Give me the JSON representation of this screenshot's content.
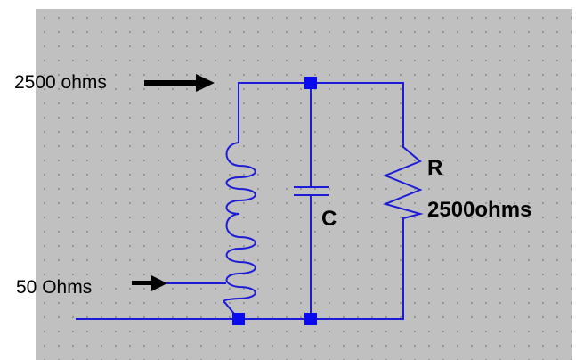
{
  "labels": {
    "input_high": "2500 ohms",
    "input_low": "50 Ohms",
    "resistor_name": "R",
    "resistor_value": "2500ohms",
    "capacitor_name": "C"
  },
  "colors": {
    "background": "#c0c0c0",
    "grid_dot": "#8a8a8a",
    "wire": "#1c1cd8",
    "junction": "#0a0af0",
    "arrow": "#000000"
  },
  "components": [
    {
      "type": "inductor",
      "name": "inductor-coil",
      "tapped": true
    },
    {
      "type": "capacitor",
      "name": "capacitor"
    },
    {
      "type": "resistor",
      "name": "resistor"
    }
  ]
}
